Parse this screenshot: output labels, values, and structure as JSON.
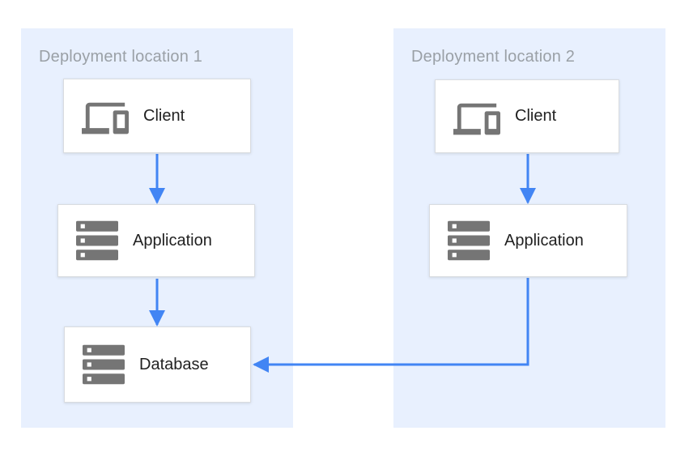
{
  "theme": {
    "canvas_bg": "#FFFFFF",
    "panel_bg": "#E8F0FE",
    "panel_label_color": "#9AA0A6",
    "box_bg": "#FFFFFF",
    "box_border": "#D9DCE0",
    "box_text": "#212121",
    "icon_color": "#757575",
    "arrow_color": "#4285F4"
  },
  "panels": [
    {
      "label": "Deployment location 1",
      "boxes": [
        {
          "label": "Client",
          "icon": "devices-icon"
        },
        {
          "label": "Application",
          "icon": "server-stack-icon"
        },
        {
          "label": "Database",
          "icon": "server-stack-icon"
        }
      ]
    },
    {
      "label": "Deployment location 2",
      "boxes": [
        {
          "label": "Client",
          "icon": "devices-icon"
        },
        {
          "label": "Application",
          "icon": "server-stack-icon"
        }
      ]
    }
  ],
  "connections": [
    {
      "from": "location-1-client",
      "to": "location-1-application",
      "style": "straight-arrow-down"
    },
    {
      "from": "location-1-application",
      "to": "location-1-database",
      "style": "straight-arrow-down"
    },
    {
      "from": "location-2-client",
      "to": "location-2-application",
      "style": "straight-arrow-down"
    },
    {
      "from": "location-2-application",
      "to": "location-1-database",
      "style": "elbow-arrow-left"
    }
  ]
}
